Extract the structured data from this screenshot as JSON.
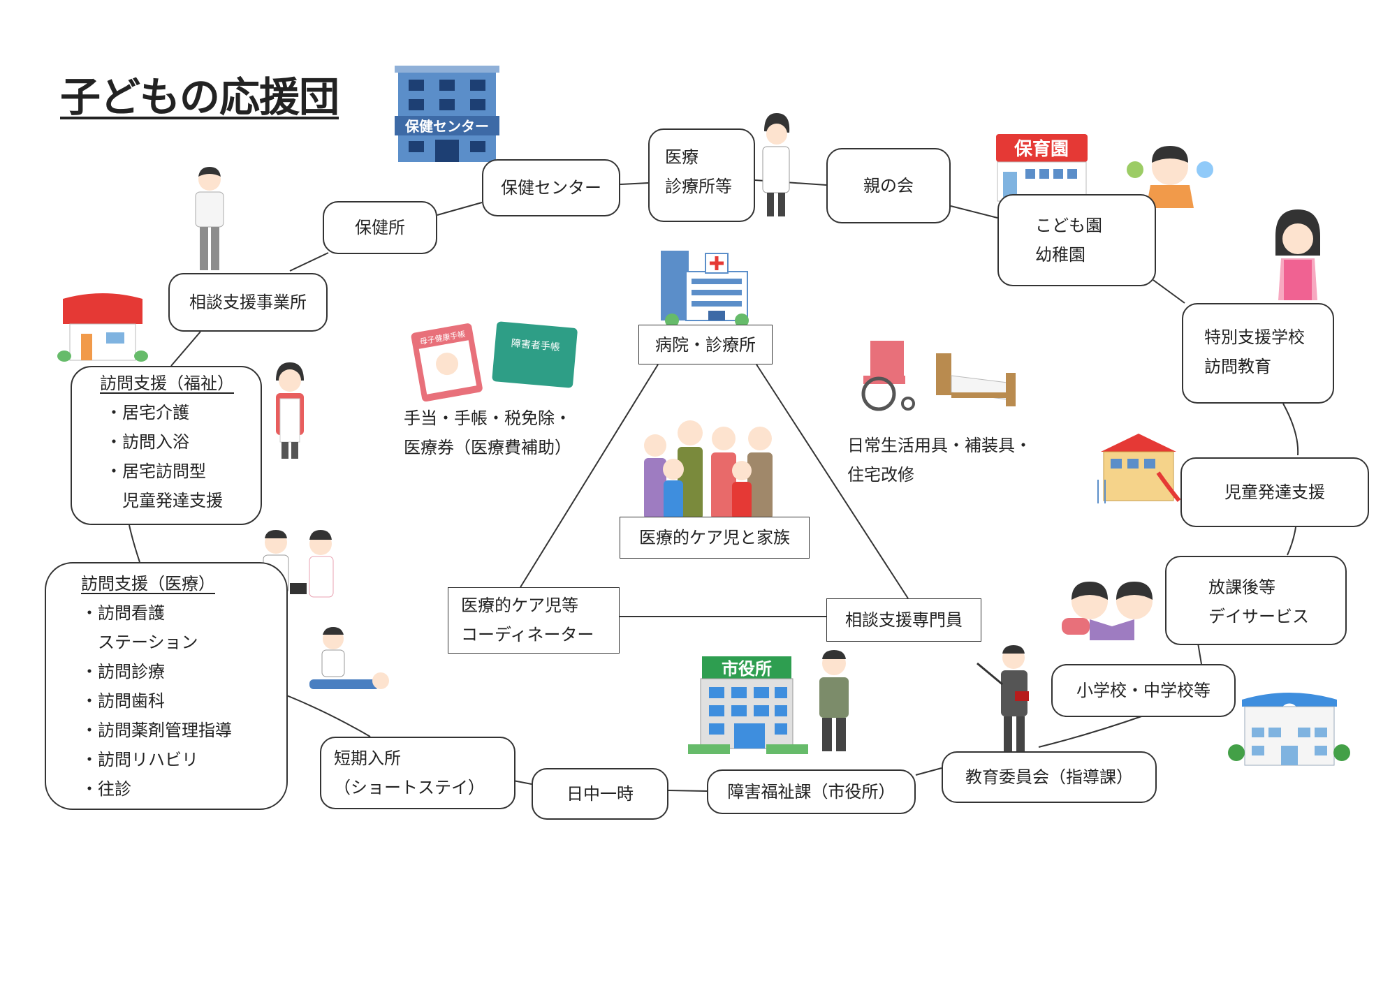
{
  "title": "子どもの応援団",
  "nodes": {
    "hokenjo": "保健所",
    "hoken_center": "保健センター",
    "iryo": [
      "医療",
      "診療所等"
    ],
    "oya_no_kai": "親の会",
    "kodomoen": [
      "こども園",
      "幼稚園"
    ],
    "tokubetsu": [
      "特別支援学校",
      "訪問教育"
    ],
    "jido_hattatsu": "児童発達支援",
    "houkago": [
      "放課後等",
      "デイサービス"
    ],
    "gakko": "小学校・中学校等",
    "kyoiku_iinkai": "教育委員会（指導課）",
    "shogai_fukushi": "障害福祉課（市役所）",
    "nicchu": "日中一時",
    "tanki": [
      "短期入所",
      "（ショートステイ）"
    ],
    "soudan_jigyosho": "相談支援事業所",
    "houmon_fukushi": {
      "heading": "訪問支援（福祉）",
      "items": [
        "・居宅介護",
        "・訪問入浴",
        "・居宅訪問型",
        "　児童発達支援"
      ]
    },
    "houmon_iryo": {
      "heading": "訪問支援（医療）",
      "items": [
        "・訪問看護",
        "　ステーション",
        "・訪問診療",
        "・訪問歯科",
        "・訪問薬剤管理指導",
        "・訪問リハビリ",
        "・往診"
      ]
    },
    "byoin": "病院・診療所",
    "kazoku": "医療的ケア児と家族",
    "coordinator": [
      "医療的ケア児等",
      "コーディネーター"
    ],
    "soudan_senmon": "相談支援専門員"
  },
  "notes": {
    "teate": [
      "手当・手帳・税免除・",
      "医療券（医療費補助）"
    ],
    "yogu": [
      "日常生活用具・補装具・",
      "住宅改修"
    ]
  },
  "signs": {
    "hoken_center": "保健センター",
    "hoikuen": "保育園",
    "shiyakusho": "市役所",
    "boshi_techo": "母子健康手帳",
    "shogaisha_techo": "障害者手帳"
  },
  "colors": {
    "line": "#333333",
    "building_blue": "#5b8ec9",
    "pink": "#e8707a",
    "green": "#2e9e86",
    "red": "#e53935"
  },
  "icons": [
    "hoken-center-building-icon",
    "doctor-icon",
    "hoikuen-building-icon",
    "teacher-icon",
    "girl-icon",
    "public-official-icon",
    "house-icon",
    "caregiver-icon",
    "doctor-nurse-icon",
    "rehab-icon",
    "hospital-building-icon",
    "techo-icon",
    "wheelchair-icon",
    "bed-icon",
    "family-icon",
    "school-icon",
    "kids-reading-icon",
    "lecturer-icon",
    "city-hall-icon",
    "official-icon",
    "school-building-icon"
  ]
}
